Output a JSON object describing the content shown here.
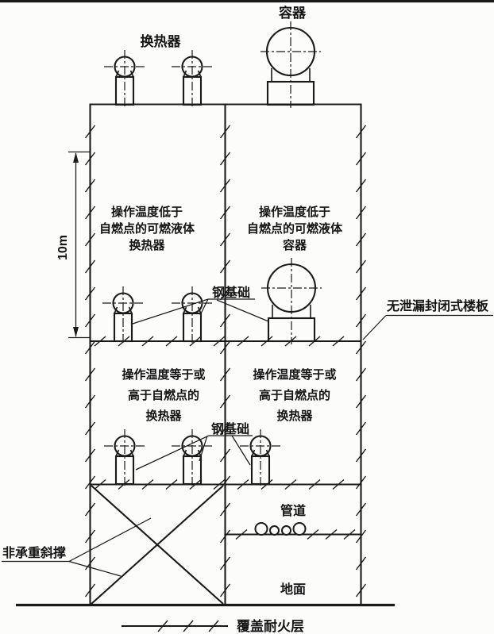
{
  "diagram": {
    "top_labels": {
      "heat_exchanger": "换热器",
      "vessel": "容器"
    },
    "dimension": {
      "height_label": "10m"
    },
    "rooms": {
      "upper_left": [
        "操作温度低于",
        "自燃点的可燃液体",
        "换热器"
      ],
      "upper_right": [
        "操作温度低于",
        "自燃点的可燃液体",
        "容器"
      ],
      "middle_left": [
        "操作温度等于或",
        "高于自燃点的",
        "换热器"
      ],
      "middle_right": [
        "操作温度等于或",
        "高于自燃点的",
        "换热器"
      ]
    },
    "callouts": {
      "steel_foundation": "钢基础",
      "leakproof_floor": "无泄漏封闭式楼板",
      "non_load_bearing_brace": "非承重斜撑"
    },
    "ground_floor": {
      "pipes": "管道",
      "ground": "地面"
    },
    "legend": {
      "fireproof_layer": "覆盖耐火层"
    },
    "colors": {
      "ink": "#1a1a1a",
      "background": "#fcfcfb"
    }
  }
}
